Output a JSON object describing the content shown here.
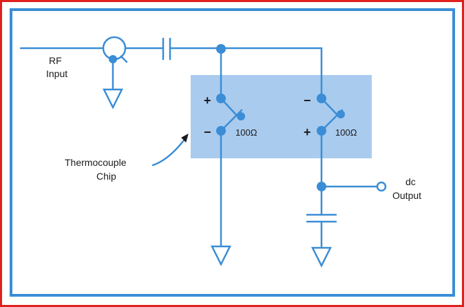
{
  "diagram": {
    "labels": {
      "rf_input_line1": "RF",
      "rf_input_line2": "Input",
      "plus_left": "+",
      "minus_left": "−",
      "minus_right": "−",
      "plus_right": "+",
      "resistor_left": "100Ω",
      "resistor_right": "100Ω",
      "chip_line1": "Thermocouple",
      "chip_line2": "Chip",
      "dc_output_line1": "dc",
      "dc_output_line2": "Output"
    },
    "colors": {
      "outer_border": "#e0201c",
      "frame_border": "#3a8dd6",
      "wire": "#3a8dd6",
      "chip_fill": "#a9cbee",
      "text": "#1a1a1a"
    }
  }
}
